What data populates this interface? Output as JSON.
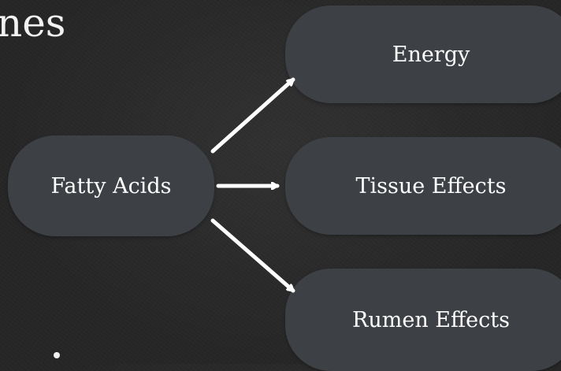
{
  "slide": {
    "title_fragment": "nes"
  },
  "diagram": {
    "source": {
      "label": "Fatty Acids"
    },
    "targets": [
      {
        "label": "Energy"
      },
      {
        "label": "Tissue Effects"
      },
      {
        "label": "Rumen Effects"
      }
    ]
  },
  "colors": {
    "background": "#262626",
    "node_fill": "#3d4146",
    "text": "#ffffff",
    "arrow": "#ffffff"
  }
}
